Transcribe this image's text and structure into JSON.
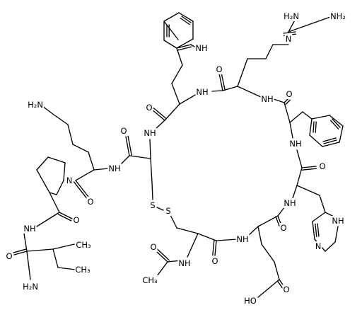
{
  "labels": {
    "nh2_amidine_a": "H₂N",
    "nh2_amidine_b": "NH₂",
    "n_amidine": "N",
    "nh_indole": "NH",
    "nh_arg_trp": "NH",
    "nh_arg_phe": "NH",
    "o_trp": "O",
    "o_arg": "O",
    "o_phe": "O",
    "nh_phe_his": "NH",
    "o_his": "O",
    "nh_his_glu": "NH",
    "nh_imidazole": "NH",
    "n_imidazole": "N",
    "nh2_lys": "H₂N",
    "nh_cys_trp": "NH",
    "o_cys_top": "O",
    "nh_lys_cys": "NH",
    "n_pro": "N",
    "o_lys": "O",
    "o_pro": "O",
    "nh_val_pro": "NH",
    "ch3_val_a": "CH₃",
    "ch3_val_b": "CH₃",
    "o_val": "O",
    "nh2_val": "H₂N",
    "s_a": "S",
    "s_b": "S",
    "o_glu_cys": "O",
    "nh_glu_cys": "NH",
    "o_glu": "O",
    "nh_acetyl": "NH",
    "o_acetyl": "O",
    "ch3_acetyl": "CH₃",
    "o_acid": "O",
    "oh_acid": "HO"
  }
}
